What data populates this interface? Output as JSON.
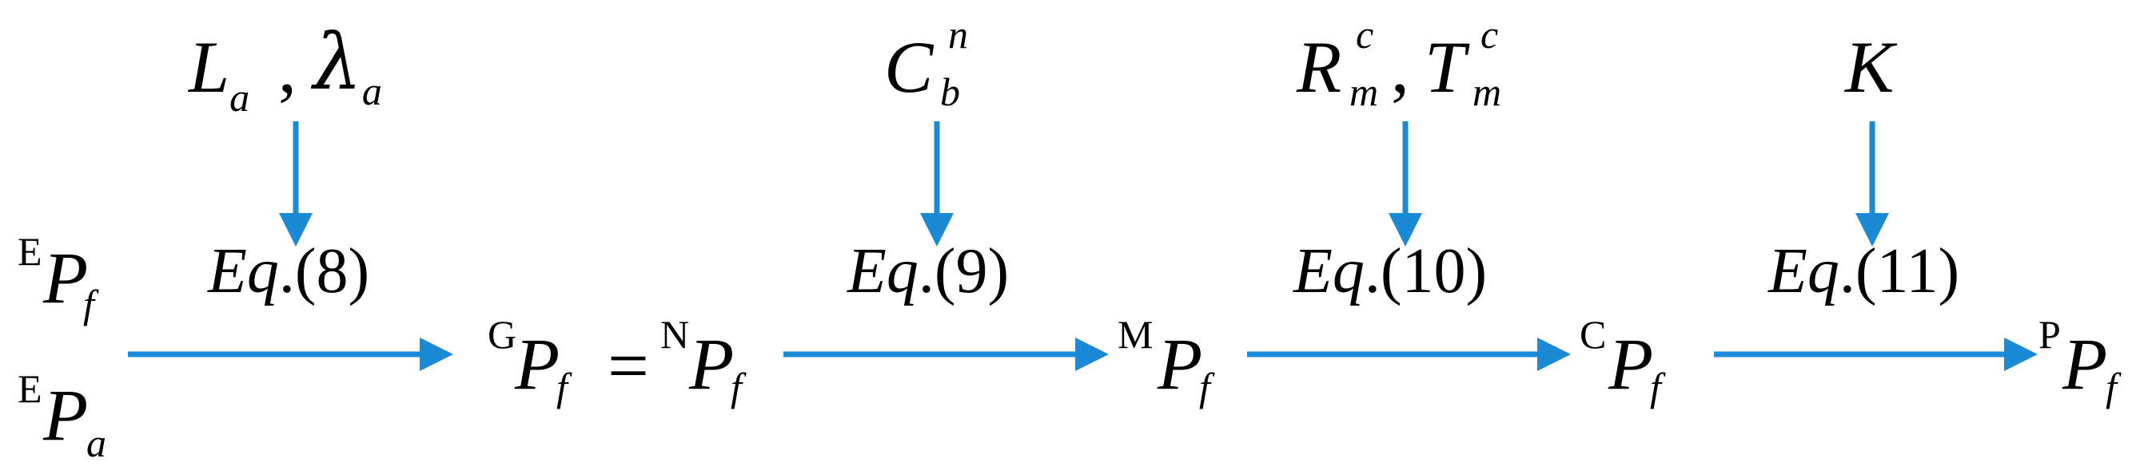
{
  "colors": {
    "arrow": "#1a8ad6",
    "text": "#000000"
  },
  "inputs": [
    {
      "id": "La",
      "main": "L",
      "sub": "a"
    },
    {
      "id": "comma1",
      "main": ","
    },
    {
      "id": "lambda_a",
      "main": "λ",
      "sub": "a"
    },
    {
      "id": "Cbn",
      "main": "C",
      "sup": "n",
      "sub": "b"
    },
    {
      "id": "Rmc",
      "main": "R",
      "sup": "c",
      "sub": "m"
    },
    {
      "id": "comma2",
      "main": ","
    },
    {
      "id": "Tmc",
      "main": "T",
      "sup": "c",
      "sub": "m"
    },
    {
      "id": "K",
      "main": "K"
    }
  ],
  "equations": [
    {
      "italic": "Eq",
      "rest": ".(8)"
    },
    {
      "italic": "Eq",
      "rest": ".(9)"
    },
    {
      "italic": "Eq",
      "rest": ".(10)"
    },
    {
      "italic": "Eq",
      "rest": ".(11)"
    }
  ],
  "nodes": {
    "EPf": {
      "presup": "E",
      "main": "P",
      "sub": "f"
    },
    "EPa": {
      "presup": "E",
      "main": "P",
      "sub": "a"
    },
    "GPf": {
      "presup": "G",
      "main": "P",
      "sub": "f"
    },
    "equals": "=",
    "NPf": {
      "presup": "N",
      "main": "P",
      "sub": "f"
    },
    "MPf": {
      "presup": "M",
      "main": "P",
      "sub": "f"
    },
    "CPf": {
      "presup": "C",
      "main": "P",
      "sub": "f"
    },
    "PPf": {
      "presup": "P",
      "main": "P",
      "sub": "f"
    }
  }
}
